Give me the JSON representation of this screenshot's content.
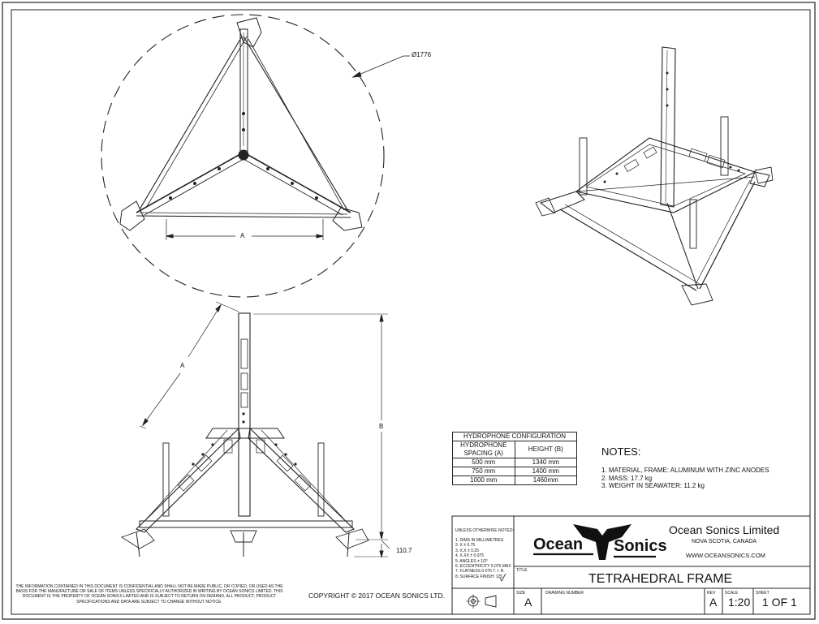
{
  "drawing": {
    "dimensions": {
      "diameter": "Ø1776",
      "a_top": "A",
      "a_side": "A",
      "b_side": "B",
      "ground": "110.7"
    }
  },
  "hydrophone_table": {
    "title": "HYDROPHONE CONFIGURATION",
    "headers": [
      "HYDROPHONE SPACING (A)",
      "HEIGHT (B)"
    ],
    "rows": [
      [
        "500 mm",
        "1340 mm"
      ],
      [
        "750 mm",
        "1400 mm"
      ],
      [
        "1000 mm",
        "1460mm"
      ]
    ]
  },
  "notes": {
    "heading": "NOTES:",
    "items": [
      "1. MATERIAL, FRAME: ALUMINUM WITH ZINC ANODES",
      "2. MASS: 17.7 kg",
      "3. WEIGHT IN SEAWATER: 11.2 kg"
    ]
  },
  "tolerances": {
    "heading": "UNLESS OTHERWISE NOTED:",
    "lines": [
      "1. DIMS IN MILLIMETRES",
      "2. X  ± 0.75",
      "3. X.X  ± 0.25",
      "4. X.XX ± 0.075",
      "5. ANGLES ± 1/2°",
      "6. ECCENTRICITY 0.075 MAX",
      "7. FLATNESS 0.075 T. I. R.",
      "8. SURFACE FINISH:  125"
    ]
  },
  "company": {
    "logo_left": "Ocean",
    "logo_right": "Sonics",
    "name": "Ocean Sonics Limited",
    "location": "NOVA SCOTIA, CANADA",
    "website": "WWW.OCEANSONICS.COM"
  },
  "title_block": {
    "title_label": "TITLE",
    "title": "TETRAHEDRAL FRAME",
    "size_label": "SIZE",
    "size": "A",
    "drawing_number_label": "DRAWING NUMBER",
    "rev_label": "REV",
    "rev": "A",
    "scale_label": "SCALE",
    "scale": "1:20",
    "sheet_label": "SHEET",
    "sheet": "1 OF 1"
  },
  "confidential": "THE INFORMATION CONTAINED IN THIS DOCUMENT IS CONFIDENTIAL AND SHALL NOT BE MADE PUBLIC, OR COPIED, OR USED AS THE BASIS FOR THE MANUFACTURE OR SALE OF ITEMS UNLESS SPECIFICALLY AUTHORIZED IN WRITING BY OCEAN SONICS LIMITED. THIS DOCUMENT IS THE PROPERTY OF OCEAN SONICS LIMITED AND IS SUBJECT TO RETURN ON DEMAND. ALL PRODUCT, PRODUCT SPECIFICATIONS AND DATA ARE SUBJECT TO CHANGE WITHOUT NOTICE.",
  "copyright": "COPYRIGHT © 2017 OCEAN SONICS LTD."
}
